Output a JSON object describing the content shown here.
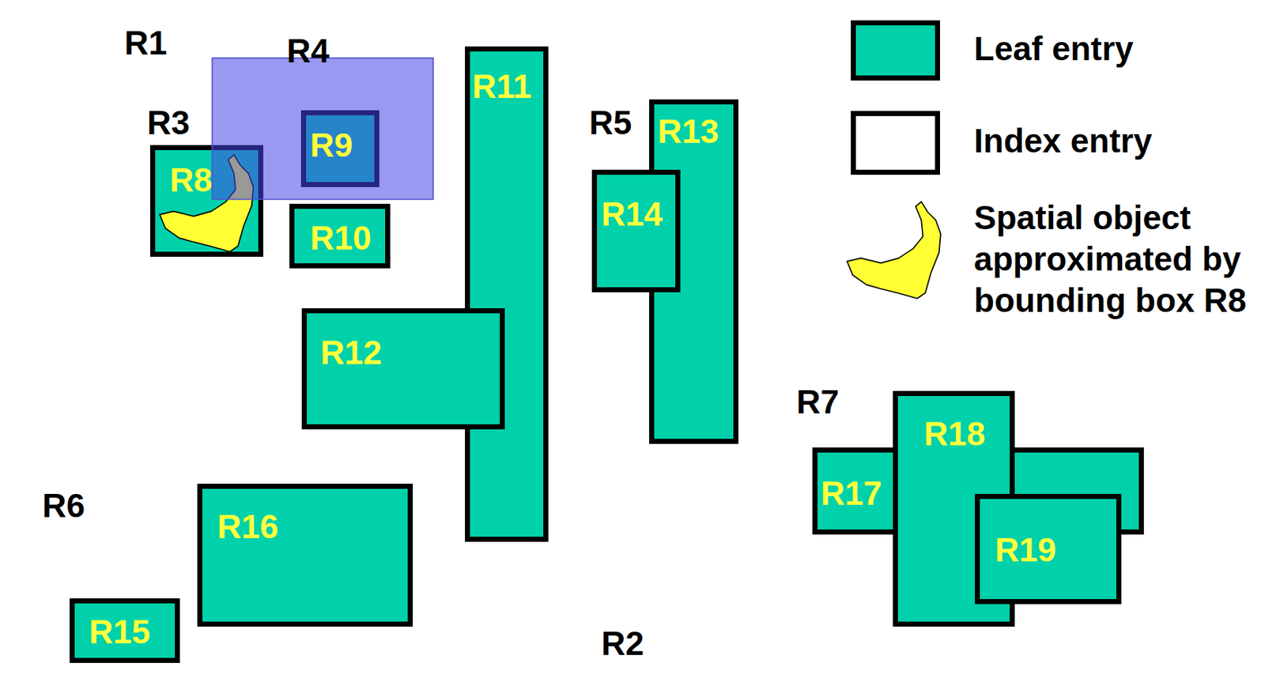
{
  "diagram": {
    "nodes": [
      {
        "text": [
          "R1"
        ]
      },
      {
        "text": [
          "R3"
        ],
        "in": 0
      },
      {
        "text": [
          "R8"
        ],
        "in": 1
      },
      {
        "text": [
          "R9"
        ],
        "in": 1
      },
      {
        "text": [
          "R10"
        ],
        "in": 1
      },
      {
        "text": [
          "R4"
        ],
        "in": 0
      },
      {
        "text": [
          "R11"
        ],
        "in": 5
      },
      {
        "text": [
          "R12"
        ],
        "in": 5
      },
      {
        "text": [
          "R5"
        ],
        "in": 0
      },
      {
        "text": [
          "R13"
        ],
        "in": 8
      },
      {
        "text": [
          "R14"
        ],
        "in": 8
      },
      {
        "text": [
          "R2"
        ]
      },
      {
        "text": [
          "R6"
        ],
        "in": 11
      },
      {
        "text": [
          "R16"
        ],
        "in": 12
      },
      {
        "text": [
          "R15"
        ],
        "in": 12
      },
      {
        "text": [
          "R7"
        ],
        "in": 11
      },
      {
        "text": [
          "R17"
        ],
        "in": 15
      },
      {
        "text": [
          "R18"
        ],
        "in": 15
      },
      {
        "text": [
          "R19"
        ],
        "in": 15
      }
    ],
    "legend": [
      {
        "text": "Leaf entry",
        "color": "#00d1aa"
      },
      {
        "text": "Index entry",
        "color": "#ffffff"
      },
      {
        "text": "Spatial object approximated by bounding box R8"
      }
    ]
  }
}
